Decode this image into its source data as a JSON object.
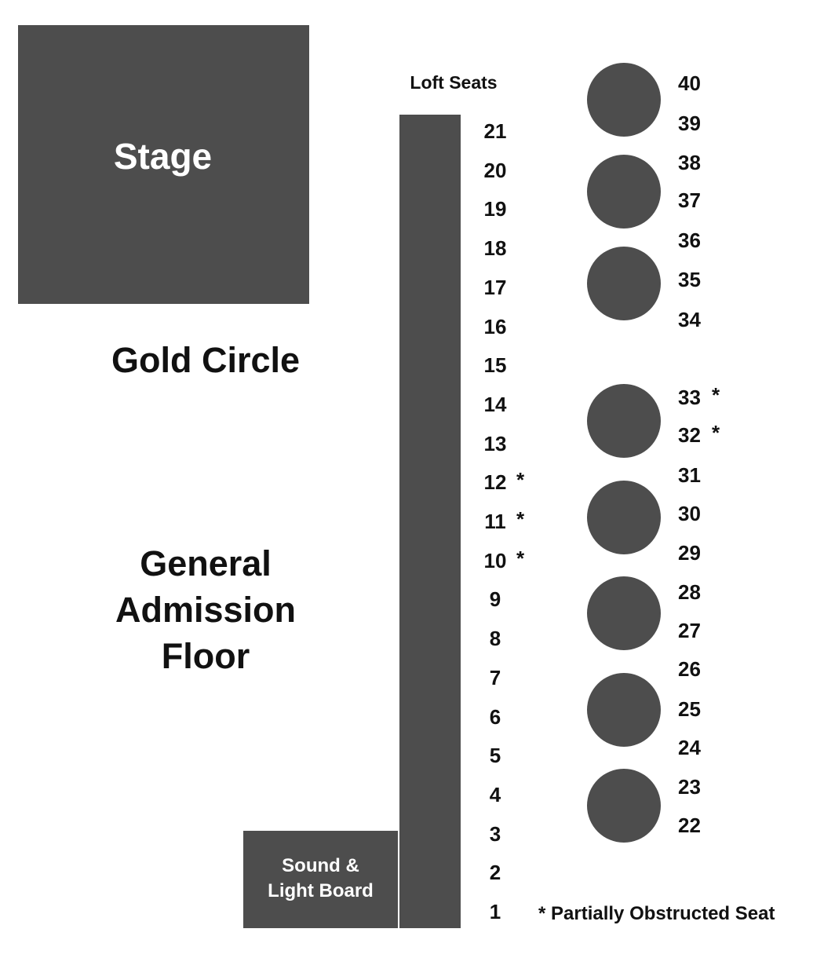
{
  "stage": {
    "label": "Stage"
  },
  "sections": {
    "gold_circle": "Gold Circle",
    "general_admission": [
      "General",
      "Admission",
      "Floor"
    ]
  },
  "sound_board": {
    "line1": "Sound &",
    "line2": "Light Board"
  },
  "loft": {
    "title": "Loft Seats"
  },
  "loft_seats": [
    {
      "num": "21",
      "star": ""
    },
    {
      "num": "20",
      "star": ""
    },
    {
      "num": "19",
      "star": ""
    },
    {
      "num": "18",
      "star": ""
    },
    {
      "num": "17",
      "star": ""
    },
    {
      "num": "16",
      "star": ""
    },
    {
      "num": "15",
      "star": ""
    },
    {
      "num": "14",
      "star": ""
    },
    {
      "num": "13",
      "star": ""
    },
    {
      "num": "12",
      "star": "*"
    },
    {
      "num": "11",
      "star": "*"
    },
    {
      "num": "10",
      "star": "*"
    },
    {
      "num": "9",
      "star": ""
    },
    {
      "num": "8",
      "star": ""
    },
    {
      "num": "7",
      "star": ""
    },
    {
      "num": "6",
      "star": ""
    },
    {
      "num": "5",
      "star": ""
    },
    {
      "num": "4",
      "star": ""
    },
    {
      "num": "3",
      "star": ""
    },
    {
      "num": "2",
      "star": ""
    },
    {
      "num": "1",
      "star": ""
    }
  ],
  "table_seats": [
    {
      "num": "40",
      "star": ""
    },
    {
      "num": "39",
      "star": ""
    },
    {
      "num": "38",
      "star": ""
    },
    {
      "num": "37",
      "star": ""
    },
    {
      "num": "36",
      "star": ""
    },
    {
      "num": "35",
      "star": ""
    },
    {
      "num": "34",
      "star": ""
    },
    {
      "num": "33",
      "star": "*"
    },
    {
      "num": "32",
      "star": "*"
    },
    {
      "num": "31",
      "star": ""
    },
    {
      "num": "30",
      "star": ""
    },
    {
      "num": "29",
      "star": ""
    },
    {
      "num": "28",
      "star": ""
    },
    {
      "num": "27",
      "star": ""
    },
    {
      "num": "26",
      "star": ""
    },
    {
      "num": "25",
      "star": ""
    },
    {
      "num": "24",
      "star": ""
    },
    {
      "num": "23",
      "star": ""
    },
    {
      "num": "22",
      "star": ""
    }
  ],
  "legend": {
    "note": "* Partially Obstructed Seat"
  },
  "colors": {
    "block_fill": "#4d4d4d",
    "block_text": "#ffffff",
    "text": "#111111",
    "background": "#ffffff"
  }
}
